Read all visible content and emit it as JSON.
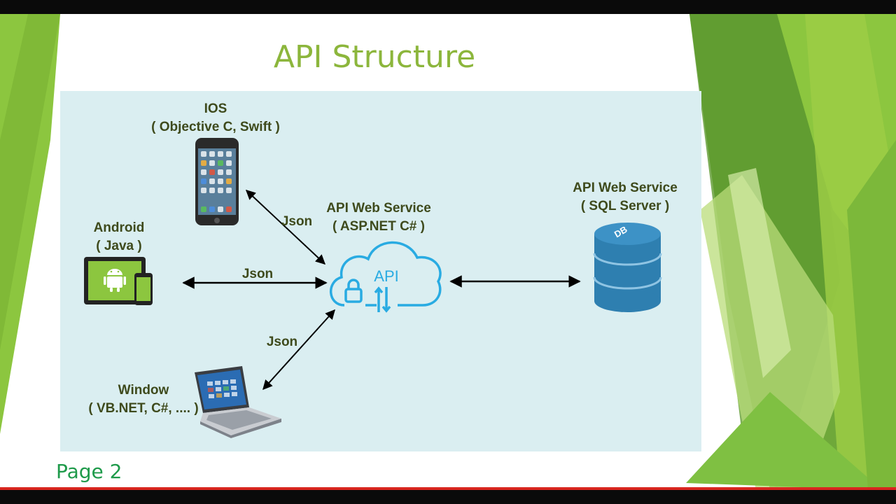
{
  "slide": {
    "title": "API Structure",
    "page_label": "Page 2"
  },
  "nodes": {
    "ios": {
      "name": "IOS",
      "tech": "( Objective C, Swift )"
    },
    "android": {
      "name": "Android",
      "tech": "( Java )"
    },
    "window": {
      "name": "Window",
      "tech": "( VB.NET, C#, .... )"
    },
    "api_service": {
      "name": "API Web Service",
      "tech": "( ASP.NET C# )",
      "icon_text": "API"
    },
    "db_service": {
      "name": "API Web Service",
      "tech": "( SQL Server )",
      "icon_text": "DB"
    }
  },
  "edges": {
    "ios_api": "Json",
    "android_api": "Json",
    "window_api": "Json"
  },
  "colors": {
    "title": "#8cb63c",
    "panel": "#daeef1",
    "label": "#3e4a1c",
    "cloud": "#29abe2",
    "database": "#2e7fb0",
    "accent_green": "#8cc63f",
    "page_label": "#1e9a4a"
  },
  "icons": {
    "ios": "smartphone-icon",
    "android": "android-tablet-icon",
    "window": "laptop-icon",
    "api": "cloud-api-icon",
    "db": "database-icon"
  }
}
